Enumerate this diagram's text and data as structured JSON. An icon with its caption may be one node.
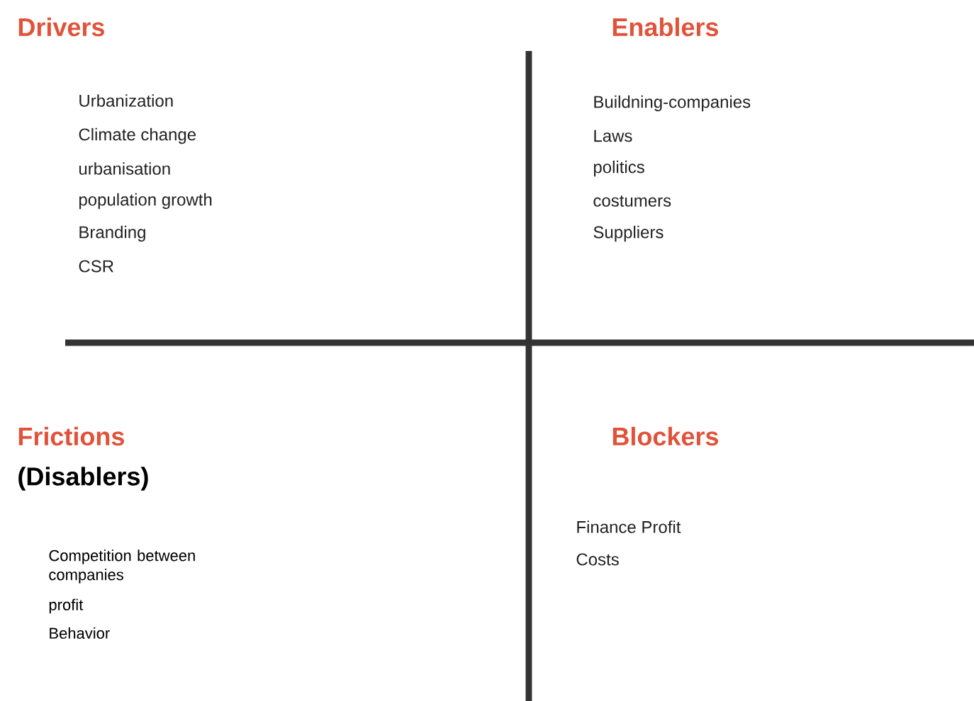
{
  "diagram": {
    "labels": [
      "Drivers",
      "Urbanization",
      "Climate change",
      "urbanisation",
      "population growth",
      "Branding",
      "CSR",
      "Enablers",
      "Buildning-companies",
      "Laws",
      "politics",
      "costumers",
      "Suppliers",
      "Frictions",
      "(Disablers)",
      "Competition between companies",
      "profit",
      "Behavior",
      "Blockers",
      "Finance Profit",
      "Costs"
    ]
  }
}
